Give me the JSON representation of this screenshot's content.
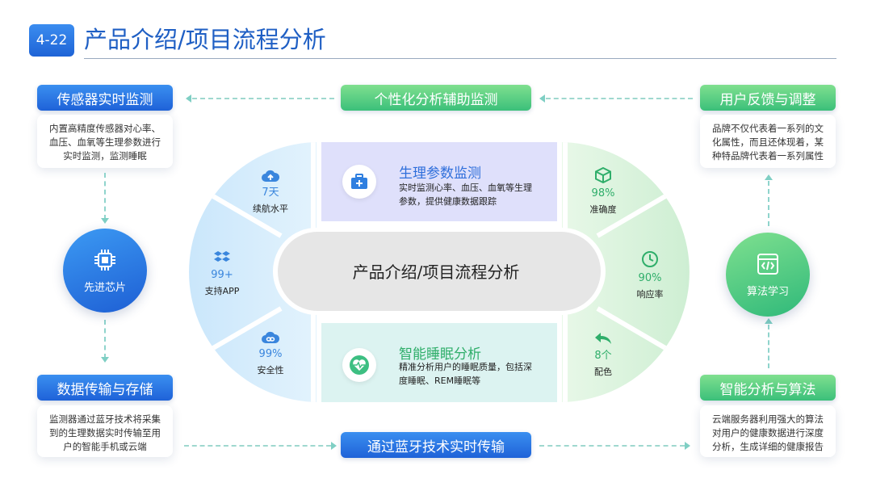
{
  "header": {
    "slide_number": "4-22",
    "title": "产品介绍/项目流程分析"
  },
  "colors": {
    "blue": "#1f62d8",
    "green": "#3bc07a",
    "light_blue": "#d6ecfb",
    "light_green": "#e3f6e6",
    "center": "#e6e6e6"
  },
  "top_left": {
    "label": "传感器实时监测",
    "desc": "内置高精度传感器对心率、血压、血氧等生理参数进行实时监测，监测睡眠"
  },
  "top_center": {
    "label": "个性化分析辅助监测"
  },
  "top_right": {
    "label": "用户反馈与调整",
    "desc": "品牌不仅代表着一系列的文化属性，而且还体现着，某种特品牌代表着一系列属性"
  },
  "left_circle": {
    "label": "先进芯片",
    "icon": "chip-icon"
  },
  "right_circle": {
    "label": "算法学习",
    "icon": "code-icon"
  },
  "bottom_left": {
    "label": "数据传输与存储",
    "desc": "监测器通过蓝牙技术将采集到的生理数据实时传输至用户的智能手机或云端"
  },
  "bottom_center": {
    "label": "通过蓝牙技术实时传输"
  },
  "bottom_right": {
    "label": "智能分析与算法",
    "desc": "云端服务器利用强大的算法对用户的健康数据进行深度分析，生成详细的健康报告"
  },
  "center": {
    "title": "产品介绍/项目流程分析"
  },
  "panel_top": {
    "title": "生理参数监测",
    "desc": "实时监测心率、血压、血氧等生理参数，提供健康数据跟踪",
    "icon": "medical-kit-icon"
  },
  "panel_bottom": {
    "title": "智能睡眠分析",
    "desc": "精准分析用户的睡眠质量，包括深度睡眠、REM睡眠等",
    "icon": "heart-pulse-icon"
  },
  "left_stats": [
    {
      "value": "7天",
      "label": "续航水平",
      "icon": "cloud-upload-icon"
    },
    {
      "value": "99+",
      "label": "支持APP",
      "icon": "dropbox-icon"
    },
    {
      "value": "99%",
      "label": "安全性",
      "icon": "cloud-link-icon"
    }
  ],
  "right_stats": [
    {
      "value": "98%",
      "label": "准确度",
      "icon": "cube-icon"
    },
    {
      "value": "90%",
      "label": "响应率",
      "icon": "clock-icon"
    },
    {
      "value": "8个",
      "label": "配色",
      "icon": "reply-icon"
    }
  ]
}
